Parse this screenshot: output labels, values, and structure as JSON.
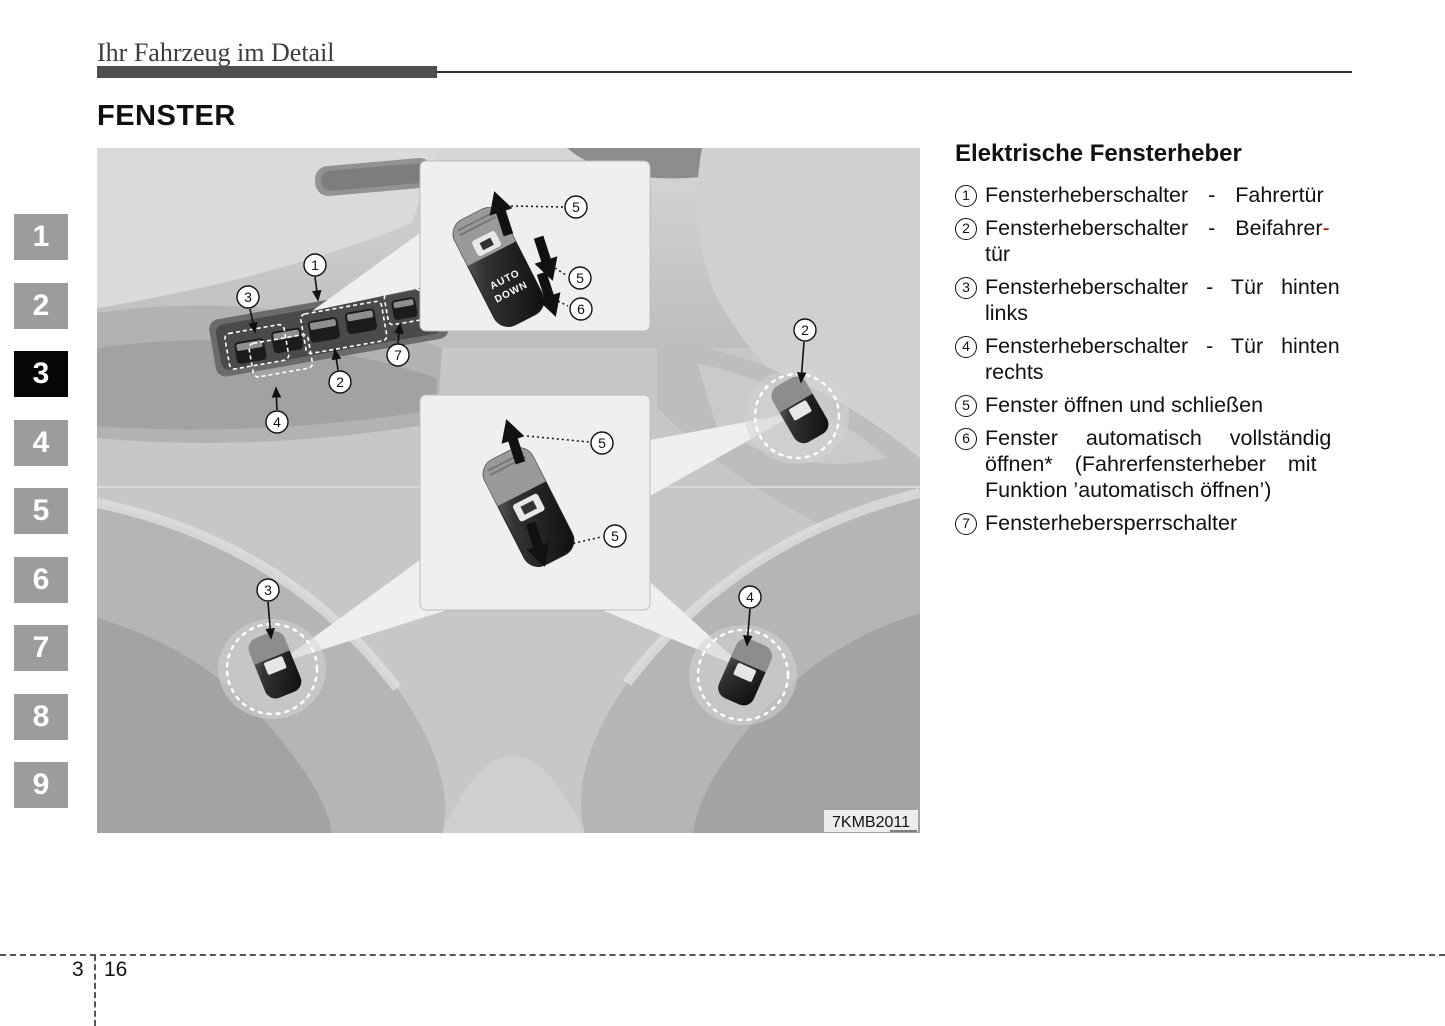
{
  "header": {
    "breadcrumb": "Ihr Fahrzeug im Detail"
  },
  "sidebar": {
    "tabs": [
      {
        "label": "1"
      },
      {
        "label": "2"
      },
      {
        "label": "3"
      },
      {
        "label": "4"
      },
      {
        "label": "5"
      },
      {
        "label": "6"
      },
      {
        "label": "7"
      },
      {
        "label": "8"
      },
      {
        "label": "9"
      }
    ],
    "active_tab": "3"
  },
  "main": {
    "section_title": "FENSTER",
    "figure_code": "7KMB2011"
  },
  "diagram": {
    "nums": {
      "n1": "1",
      "n2": "2",
      "n3": "3",
      "n4": "4",
      "n5": "5",
      "n6": "6",
      "n7": "7"
    },
    "switch_label_auto": "AUTO",
    "switch_label_down": "DOWN"
  },
  "legend": {
    "heading": "Elektrische Fensterheber",
    "items": [
      {
        "num": "1",
        "lines": [
          "Fensterheberschalter -  Fahrertür"
        ]
      },
      {
        "num": "2",
        "lines": [
          "Fensterheberschalter  -  Beifahrer",
          "tür"
        ],
        "hyphen": "-"
      },
      {
        "num": "3",
        "lines": [
          "Fensterheberschalter - Tür hinten",
          "links"
        ]
      },
      {
        "num": "4",
        "lines": [
          "Fensterheberschalter - Tür hinten",
          "rechts"
        ]
      },
      {
        "num": "5",
        "lines": [
          "Fenster öffnen und schließen"
        ]
      },
      {
        "num": "6",
        "lines": [
          "Fenster automatisch vollständig",
          "öffnen* (Fahrerfensterheber mit",
          "Funktion ’automatisch öffnen’)"
        ]
      },
      {
        "num": "7",
        "lines": [
          "Fensterhebersperrschalter"
        ]
      }
    ]
  },
  "footer": {
    "chapter": "3",
    "page": "16"
  }
}
